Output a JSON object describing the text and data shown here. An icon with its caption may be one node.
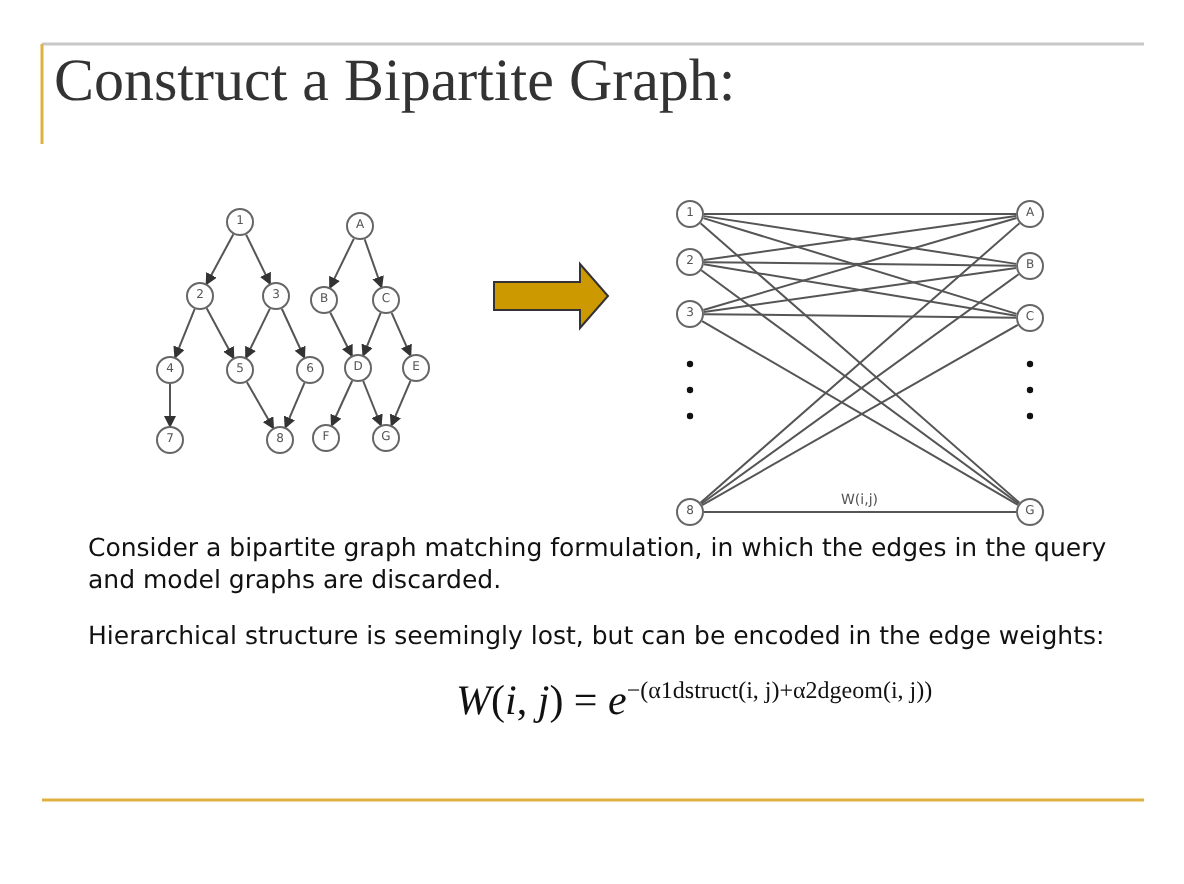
{
  "diagram": {
    "title": "Construct a Bipartite Graph:",
    "nodes": [
      {
        "text": [
          "1"
        ]
      },
      {
        "text": [
          "2"
        ]
      },
      {
        "text": [
          "3"
        ]
      },
      {
        "text": [
          "4"
        ]
      },
      {
        "text": [
          "5"
        ]
      },
      {
        "text": [
          "6"
        ]
      },
      {
        "text": [
          "7"
        ]
      },
      {
        "text": [
          "8"
        ]
      },
      {
        "text": [
          "A"
        ]
      },
      {
        "text": [
          "B"
        ]
      },
      {
        "text": [
          "C"
        ]
      },
      {
        "text": [
          "D"
        ]
      },
      {
        "text": [
          "E"
        ]
      },
      {
        "text": [
          "F"
        ]
      },
      {
        "text": [
          "G"
        ]
      },
      {
        "text": [
          "1"
        ]
      },
      {
        "text": [
          "2"
        ]
      },
      {
        "text": [
          "3"
        ]
      },
      {
        "text": [
          "8"
        ]
      },
      {
        "text": [
          "A"
        ]
      },
      {
        "text": [
          "B"
        ]
      },
      {
        "text": [
          "C"
        ]
      },
      {
        "text": [
          "G"
        ]
      }
    ],
    "edges": [
      {
        "from": 0,
        "to": 1,
        "arrow": "to"
      },
      {
        "from": 0,
        "to": 2,
        "arrow": "to"
      },
      {
        "from": 1,
        "to": 3,
        "arrow": "to"
      },
      {
        "from": 1,
        "to": 4,
        "arrow": "to"
      },
      {
        "from": 2,
        "to": 4,
        "arrow": "to"
      },
      {
        "from": 2,
        "to": 5,
        "arrow": "to"
      },
      {
        "from": 3,
        "to": 6,
        "arrow": "to"
      },
      {
        "from": 4,
        "to": 7,
        "arrow": "to"
      },
      {
        "from": 5,
        "to": 7,
        "arrow": "to"
      },
      {
        "from": 8,
        "to": 9,
        "arrow": "to"
      },
      {
        "from": 8,
        "to": 10,
        "arrow": "to"
      },
      {
        "from": 9,
        "to": 11,
        "arrow": "to"
      },
      {
        "from": 10,
        "to": 11,
        "arrow": "to"
      },
      {
        "from": 10,
        "to": 12,
        "arrow": "to"
      },
      {
        "from": 11,
        "to": 13,
        "arrow": "to"
      },
      {
        "from": 11,
        "to": 14,
        "arrow": "to"
      },
      {
        "from": 12,
        "to": 14,
        "arrow": "to"
      },
      {
        "from": 15,
        "to": 19,
        "arrow": "none"
      },
      {
        "from": 15,
        "to": 20,
        "arrow": "none"
      },
      {
        "from": 15,
        "to": 21,
        "arrow": "none"
      },
      {
        "from": 15,
        "to": 22,
        "arrow": "none"
      },
      {
        "from": 16,
        "to": 19,
        "arrow": "none"
      },
      {
        "from": 16,
        "to": 20,
        "arrow": "none"
      },
      {
        "from": 16,
        "to": 21,
        "arrow": "none"
      },
      {
        "from": 16,
        "to": 22,
        "arrow": "none"
      },
      {
        "from": 17,
        "to": 19,
        "arrow": "none"
      },
      {
        "from": 17,
        "to": 20,
        "arrow": "none"
      },
      {
        "from": 17,
        "to": 21,
        "arrow": "none"
      },
      {
        "from": 17,
        "to": 22,
        "arrow": "none"
      },
      {
        "from": 18,
        "to": 19,
        "arrow": "none"
      },
      {
        "from": 18,
        "to": 20,
        "arrow": "none"
      },
      {
        "from": 18,
        "to": 21,
        "arrow": "none"
      },
      {
        "from": 18,
        "to": 22,
        "arrow": "none",
        "label": "W(i,j)"
      }
    ],
    "labels": [
      "Consider a bipartite graph matching formulation, in which the edges in the query and model graphs are discarded.",
      "Hierarchical structure is seemingly lost, but can be encoded in the edge weights:",
      "*W*(*i*, *j*) = *e*$^{−(α1dstruct(i, j)+α2dgeom(i, j))}$"
    ]
  }
}
